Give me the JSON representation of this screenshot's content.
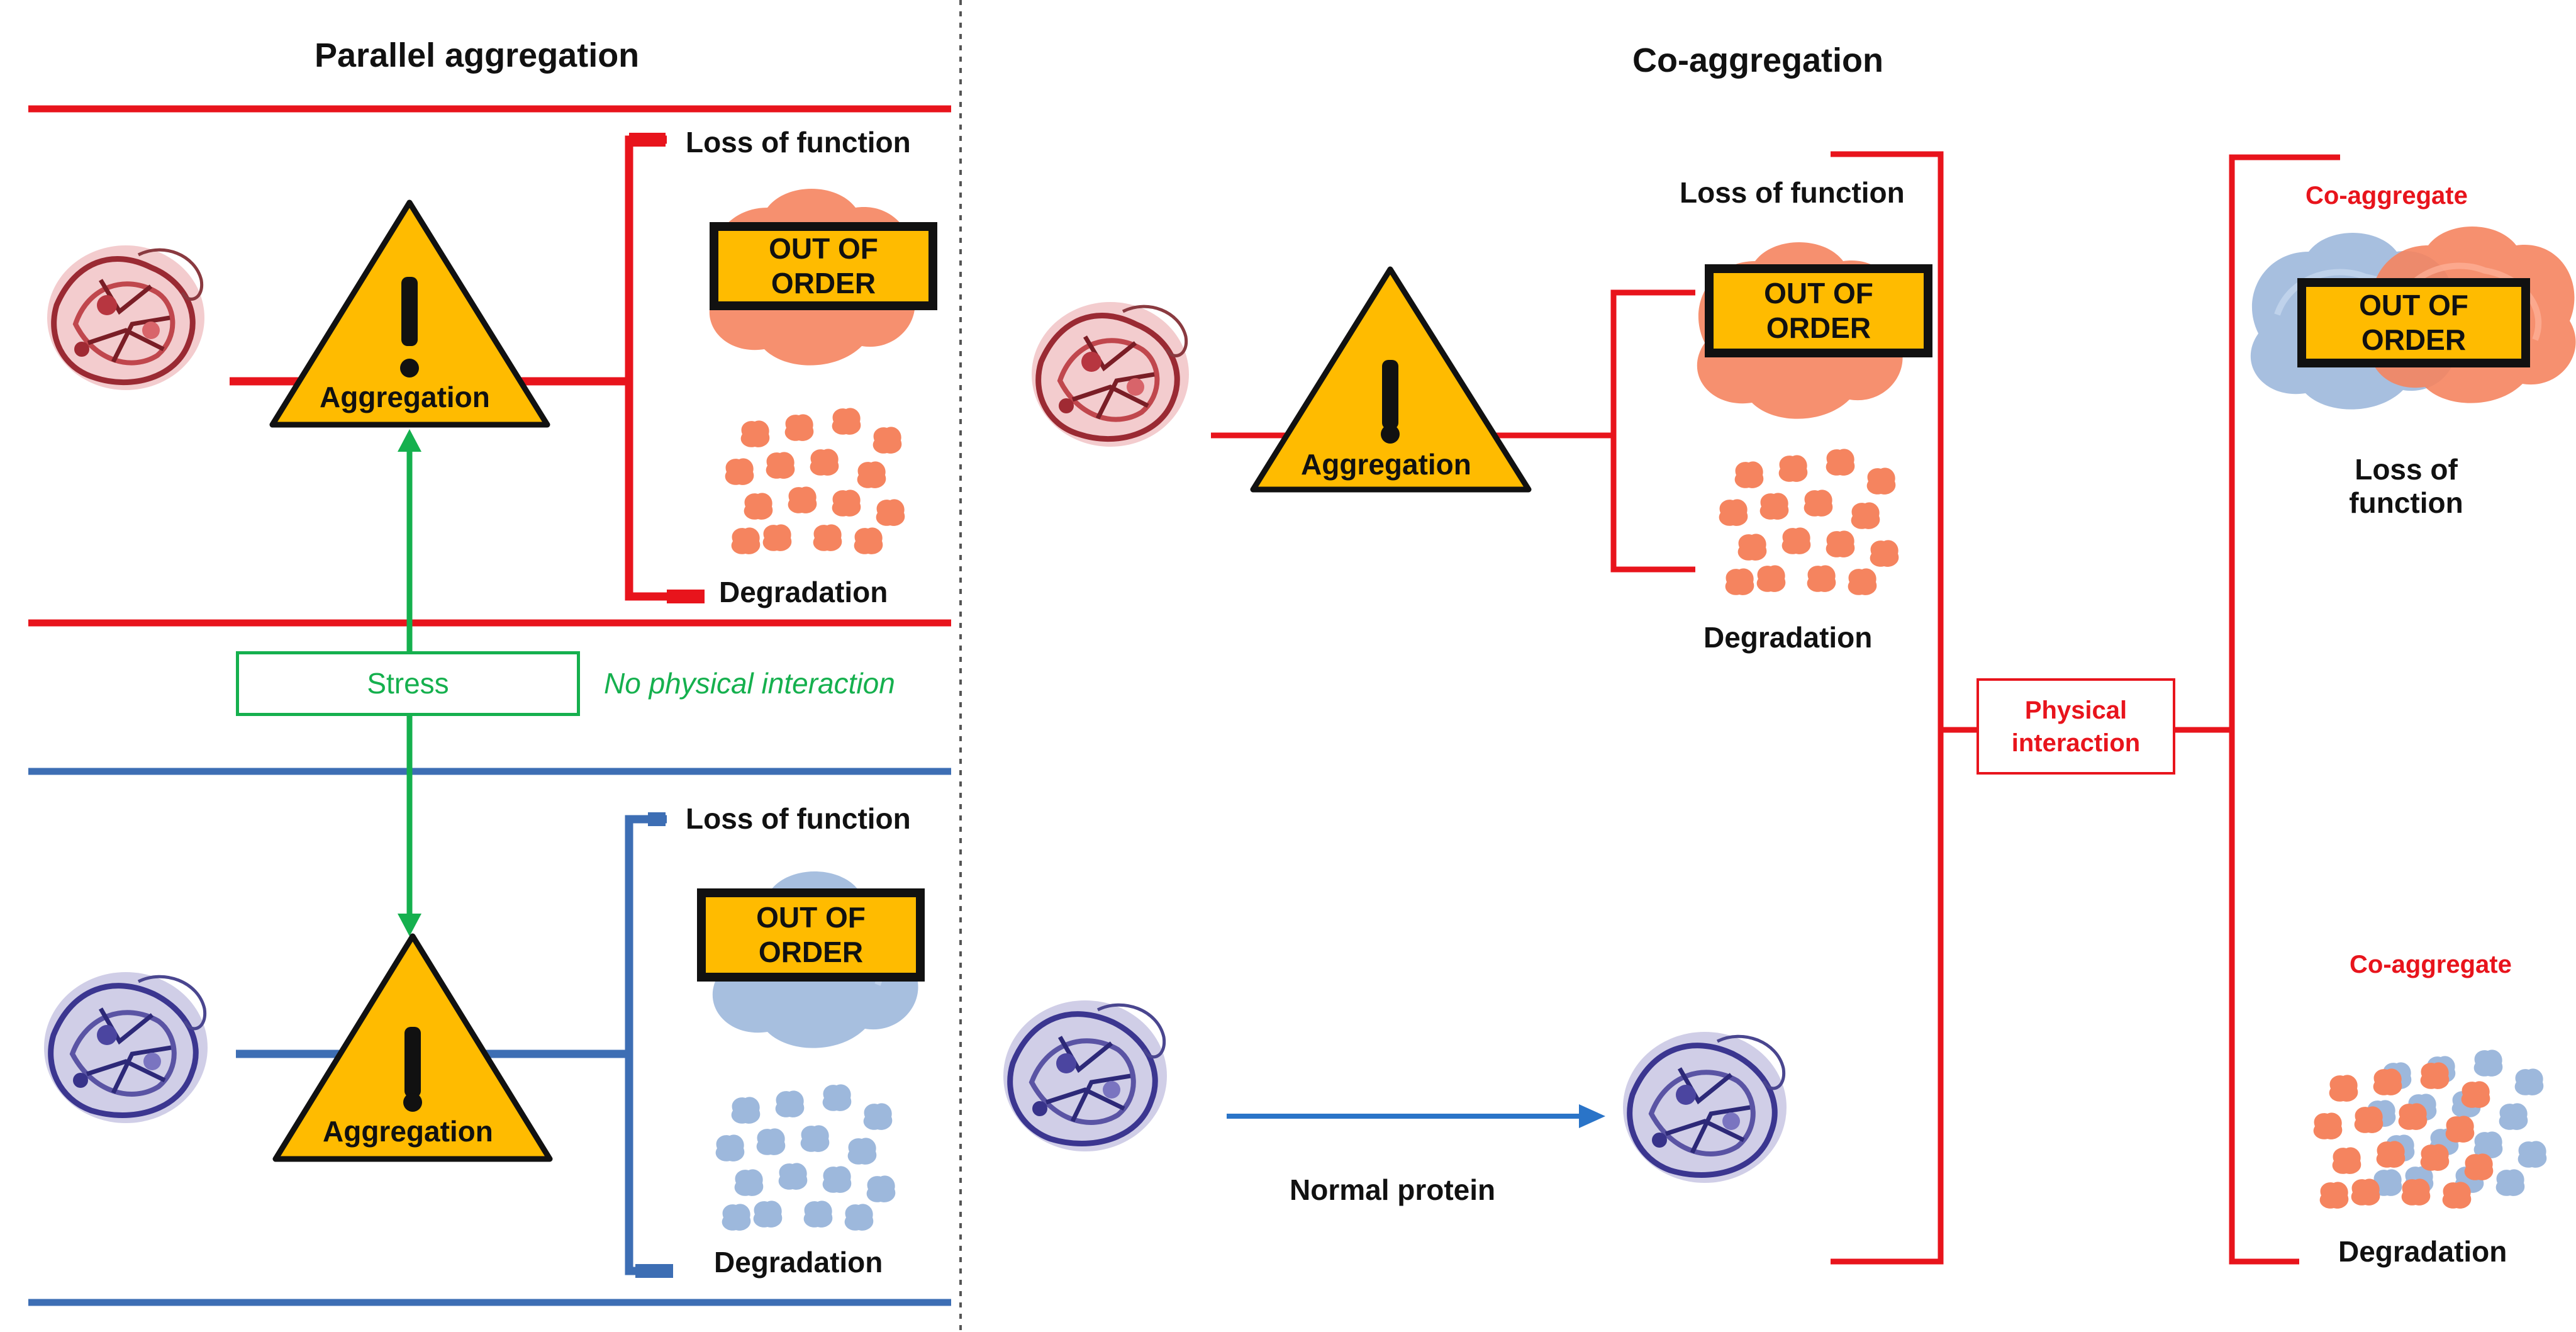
{
  "titles": {
    "parallel": "Parallel aggregation",
    "co": "Co-aggregation"
  },
  "labels": {
    "loss_of_function": "Loss of function",
    "degradation": "Degradation",
    "aggregation": "Aggregation",
    "out_of_order_line1": "OUT OF",
    "out_of_order_line2": "ORDER",
    "stress": "Stress",
    "no_physical_interaction": "No physical interaction",
    "physical_interaction_line1": "Physical",
    "physical_interaction_line2": "interaction",
    "normal_protein": "Normal protein",
    "co_aggregate": "Co-aggregate",
    "loss_line1": "Loss of",
    "loss_line2": "function",
    "warning_mark": "!"
  },
  "colors": {
    "red_line": "#e8141c",
    "blue_line": "#3d6eb4",
    "green_arrow": "#15b04e",
    "warning_fill": "#ffbb00",
    "red_protein": "#c0474d",
    "blue_protein": "#5a54a4",
    "red_aggregate": "#f5845f",
    "blue_aggregate": "#9db8dc"
  },
  "icons": [
    "red-protein-structure-icon",
    "blue-protein-structure-icon",
    "warning-triangle-icon",
    "red-aggregate-cloud-icon",
    "blue-aggregate-cloud-icon",
    "red-fragments-icon",
    "blue-fragments-icon"
  ]
}
